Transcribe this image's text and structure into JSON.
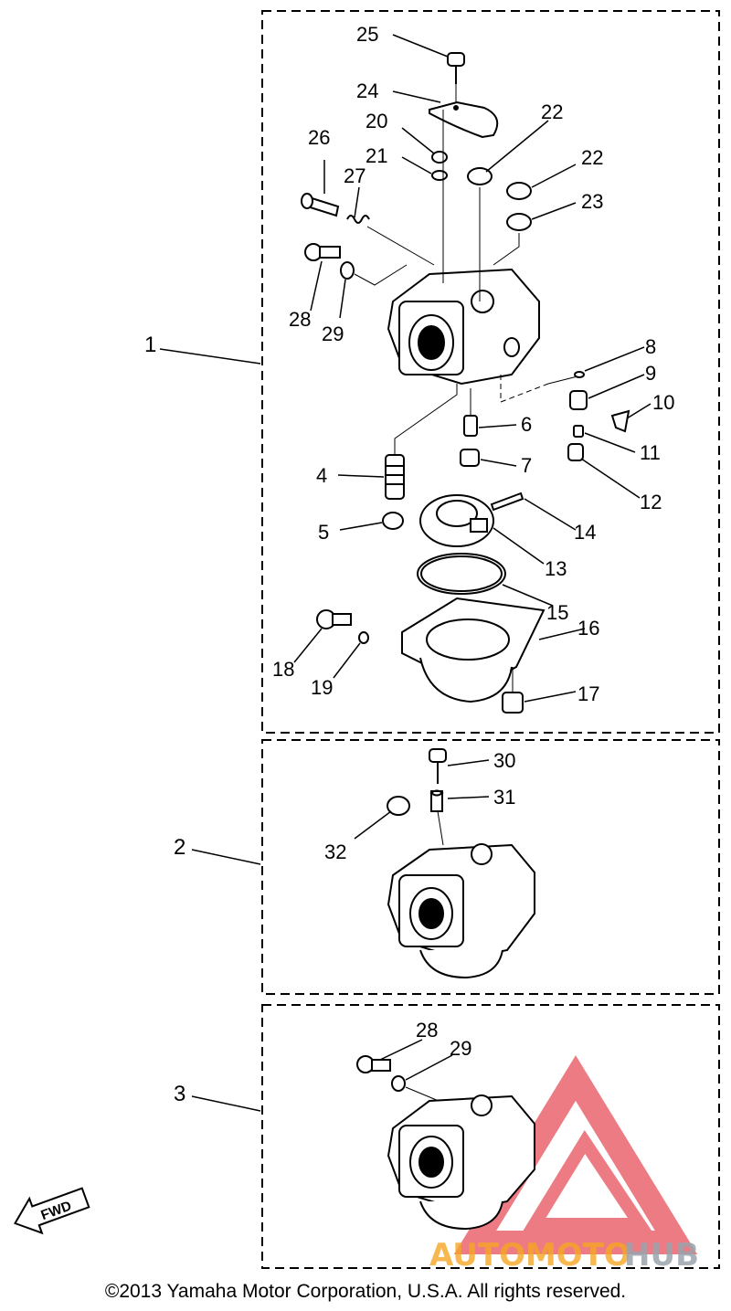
{
  "sections": [
    {
      "number": "1"
    },
    {
      "number": "2"
    },
    {
      "number": "3"
    }
  ],
  "callouts": {
    "c25": "25",
    "c24": "24",
    "c20": "20",
    "c21": "21",
    "c22a": "22",
    "c22b": "22",
    "c23": "23",
    "c26": "26",
    "c27": "27",
    "c28": "28",
    "c29": "29",
    "c8": "8",
    "c9": "9",
    "c10": "10",
    "c11": "11",
    "c12": "12",
    "c6": "6",
    "c7": "7",
    "c4": "4",
    "c5": "5",
    "c14": "14",
    "c13": "13",
    "c15": "15",
    "c16": "16",
    "c17": "17",
    "c18": "18",
    "c19": "19",
    "c30": "30",
    "c31": "31",
    "c32": "32",
    "c28b": "28",
    "c29b": "29"
  },
  "fwd_label": "FWD",
  "watermark": {
    "part1": "AUTOMOTO",
    "part2": "HUB",
    "color1": "#f5a623",
    "color2": "#9aa3ad",
    "triangle_color": "#e8505b"
  },
  "copyright": "©2013 Yamaha Motor Corporation, U.S.A. All rights reserved."
}
